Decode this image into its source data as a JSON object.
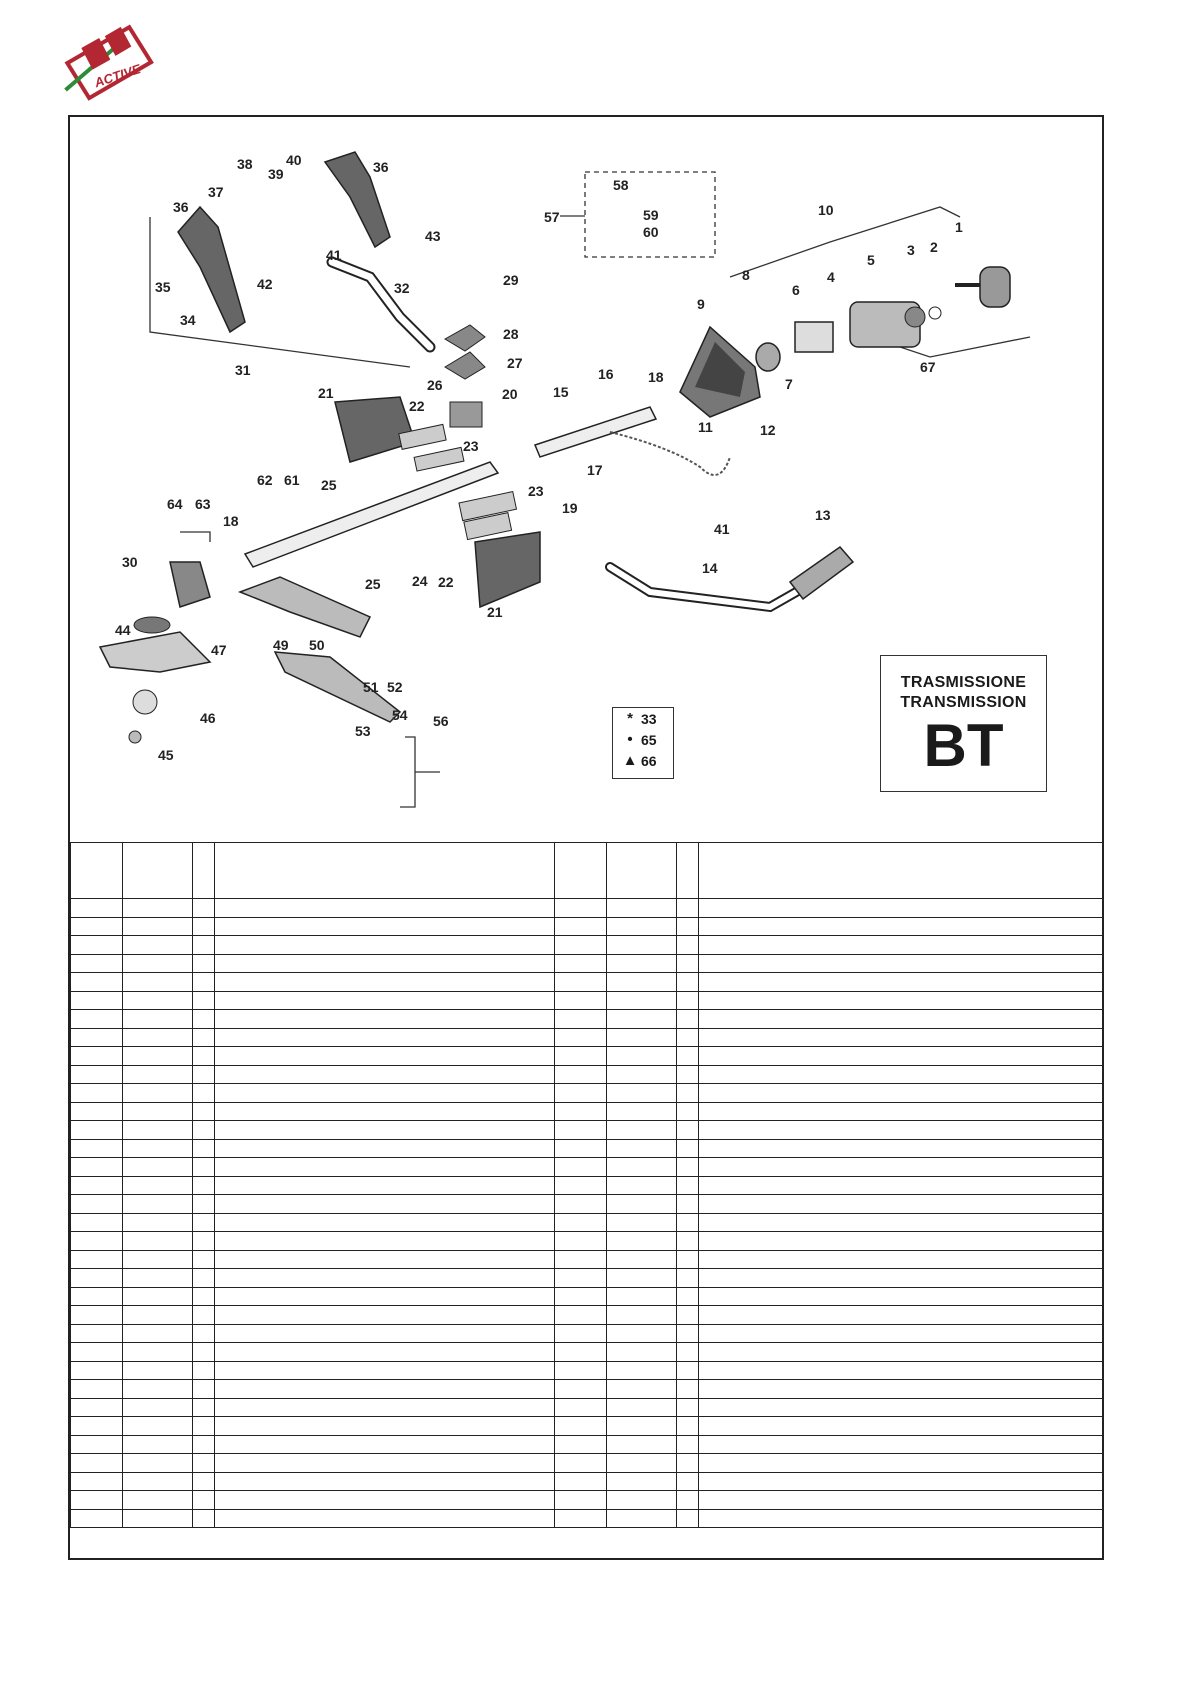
{
  "brand": {
    "logo_text": "ACTIVE"
  },
  "badge": {
    "line1": "TRASMISSIONE",
    "line2": "TRANSMISSION",
    "code": "BT"
  },
  "legend": [
    {
      "symbol": "*",
      "number": "33"
    },
    {
      "symbol": "•",
      "number": "65"
    },
    {
      "symbol": "▲",
      "number": "66"
    }
  ],
  "callouts": [
    "1",
    "2",
    "3",
    "4",
    "5",
    "6",
    "7",
    "8",
    "9",
    "10",
    "11",
    "12",
    "13",
    "14",
    "15",
    "16",
    "17",
    "18",
    "18",
    "19",
    "20",
    "21",
    "21",
    "22",
    "22",
    "23",
    "23",
    "24",
    "25",
    "25",
    "26",
    "27",
    "28",
    "29",
    "30",
    "31",
    "32",
    "34",
    "35",
    "36",
    "36",
    "37",
    "38",
    "39",
    "40",
    "41",
    "41",
    "42",
    "43",
    "44",
    "45",
    "46",
    "47",
    "49",
    "50",
    "51",
    "52",
    "53",
    "54",
    "56",
    "57",
    "58",
    "59",
    "60",
    "61",
    "62",
    "63",
    "64",
    "67"
  ],
  "table": {
    "header_rows": 1,
    "body_rows": 34,
    "columns": 8
  }
}
